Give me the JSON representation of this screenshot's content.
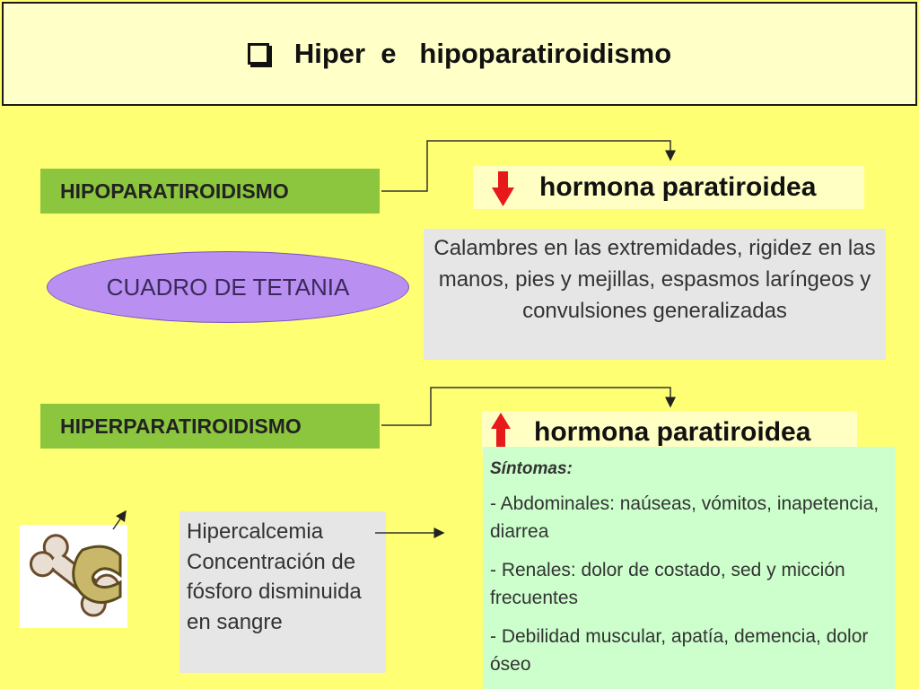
{
  "title": "Hiper  e   hipoparatiroidismo",
  "hipo": {
    "label": "HIPOPARATIROIDISMO",
    "hormone": "hormona paratiroidea",
    "condition": "CUADRO DE TETANIA",
    "symptoms": "Calambres en las extremidades, rigidez en las manos, pies y mejillas, espasmos laríngeos y convulsiones generalizadas",
    "arrow_color": "#e8191a"
  },
  "hiper": {
    "label": "HIPERPARATIROIDISMO",
    "hormone": "hormona paratiroidea",
    "effects": "Hipercalcemia Concentración de fósforo disminuida en sangre",
    "symptoms_heading": "Síntomas:",
    "symptoms": [
      "- Abdominales: naúseas, vómitos, inapetencia, diarrea",
      "- Renales: dolor de costado, sed y micción frecuentes",
      "- Debilidad muscular, apatía, demencia, dolor óseo"
    ],
    "arrow_color": "#e8191a"
  },
  "colors": {
    "background": "#ffff73",
    "title_background": "#ffffc8",
    "label_green": "#8cc63e",
    "ellipse_purple": "#b98ff2",
    "symptom_gray": "#e6e6e6",
    "symptom_green": "#ccffcc"
  },
  "icons": {
    "title_bullet": "checkbox-icon",
    "decrease": "arrow-down-icon",
    "increase": "arrow-up-icon",
    "bone_image": "bone-icon"
  }
}
